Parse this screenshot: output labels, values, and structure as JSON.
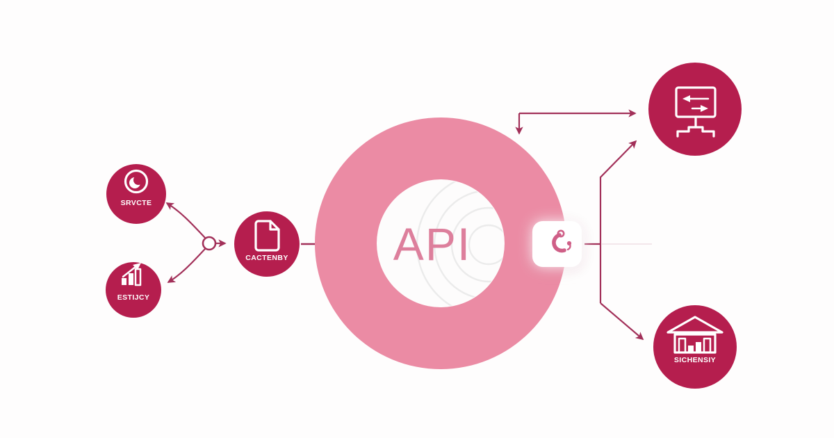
{
  "diagram": {
    "title": "API integration flow diagram",
    "colors": {
      "node": "#b51e4e",
      "ring": "#eb8ba4",
      "connector": "#a23059",
      "api_text": "#dd7f9c",
      "icon_pink": "#cf5f87",
      "ripple": "#ebebeb",
      "background": "#fefdfd"
    },
    "nodes": {
      "service": {
        "label": "SRVCTE",
        "icon": "logo-swoosh-icon"
      },
      "analytics": {
        "label": "ESTIJCY",
        "icon": "growth-chart-icon"
      },
      "document": {
        "label": "CACTENBY",
        "icon": "document-icon"
      },
      "api": {
        "label": "API",
        "icon": "signal-ripples"
      },
      "gateway": {
        "label": "",
        "icon": "sync-icon"
      },
      "exchange": {
        "label": "",
        "icon": "monitor-arrows-icon"
      },
      "bank": {
        "label": "SICHENSIY",
        "icon": "bank-chart-icon"
      }
    }
  }
}
